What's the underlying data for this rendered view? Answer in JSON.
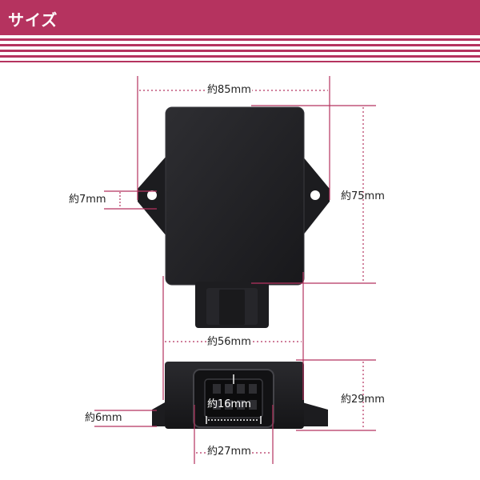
{
  "header": {
    "title": "サイズ"
  },
  "dimensions": {
    "width_label": "約85mm",
    "height_label": "約75mm",
    "hole_label": "約7mm",
    "body_width_label": "約56mm",
    "depth_label": "約29mm",
    "flange_label": "約6mm",
    "connector_inner_label": "約16mm",
    "connector_outer_label": "約27mm"
  },
  "colors": {
    "accent": "#b5335f",
    "dimension_line": "#b5335f",
    "device": "#1f1f22"
  }
}
